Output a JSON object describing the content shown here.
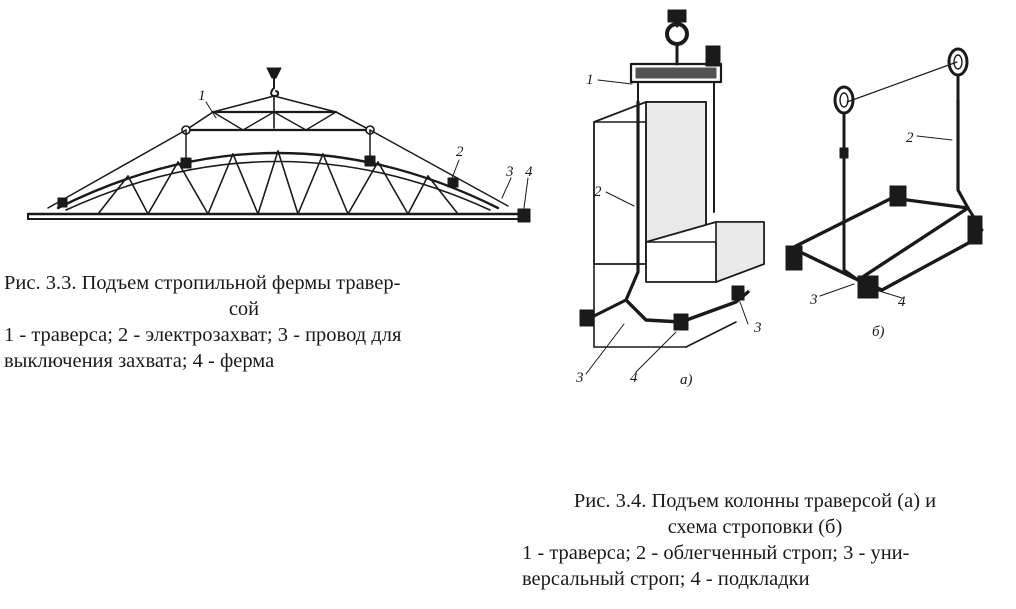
{
  "figure_3_3": {
    "callouts": [
      "1",
      "2",
      "3",
      "4"
    ],
    "caption": {
      "title_line_1": "Рис. 3.3. Подъем стропильной фермы травер-",
      "title_line_2": "сой",
      "legend_line_1": "1 - траверса; 2 - электрозахват; 3 - провод для",
      "legend_line_2": "выключения захвата; 4 - ферма"
    }
  },
  "figure_3_4": {
    "part_a": {
      "callouts": [
        "1",
        "2",
        "3",
        "3",
        "4"
      ],
      "label": "а)"
    },
    "part_b": {
      "callouts": [
        "2",
        "3",
        "4"
      ],
      "label": "б)"
    },
    "caption": {
      "title_line_1": "Рис. 3.4. Подъем колонны траверсой (а) и",
      "title_line_2": "схема строповки (б)",
      "legend_line_1": "1 - траверса; 2 - облегченный строп; 3 - уни-",
      "legend_line_2": "версальный строп; 4 - подкладки"
    }
  }
}
